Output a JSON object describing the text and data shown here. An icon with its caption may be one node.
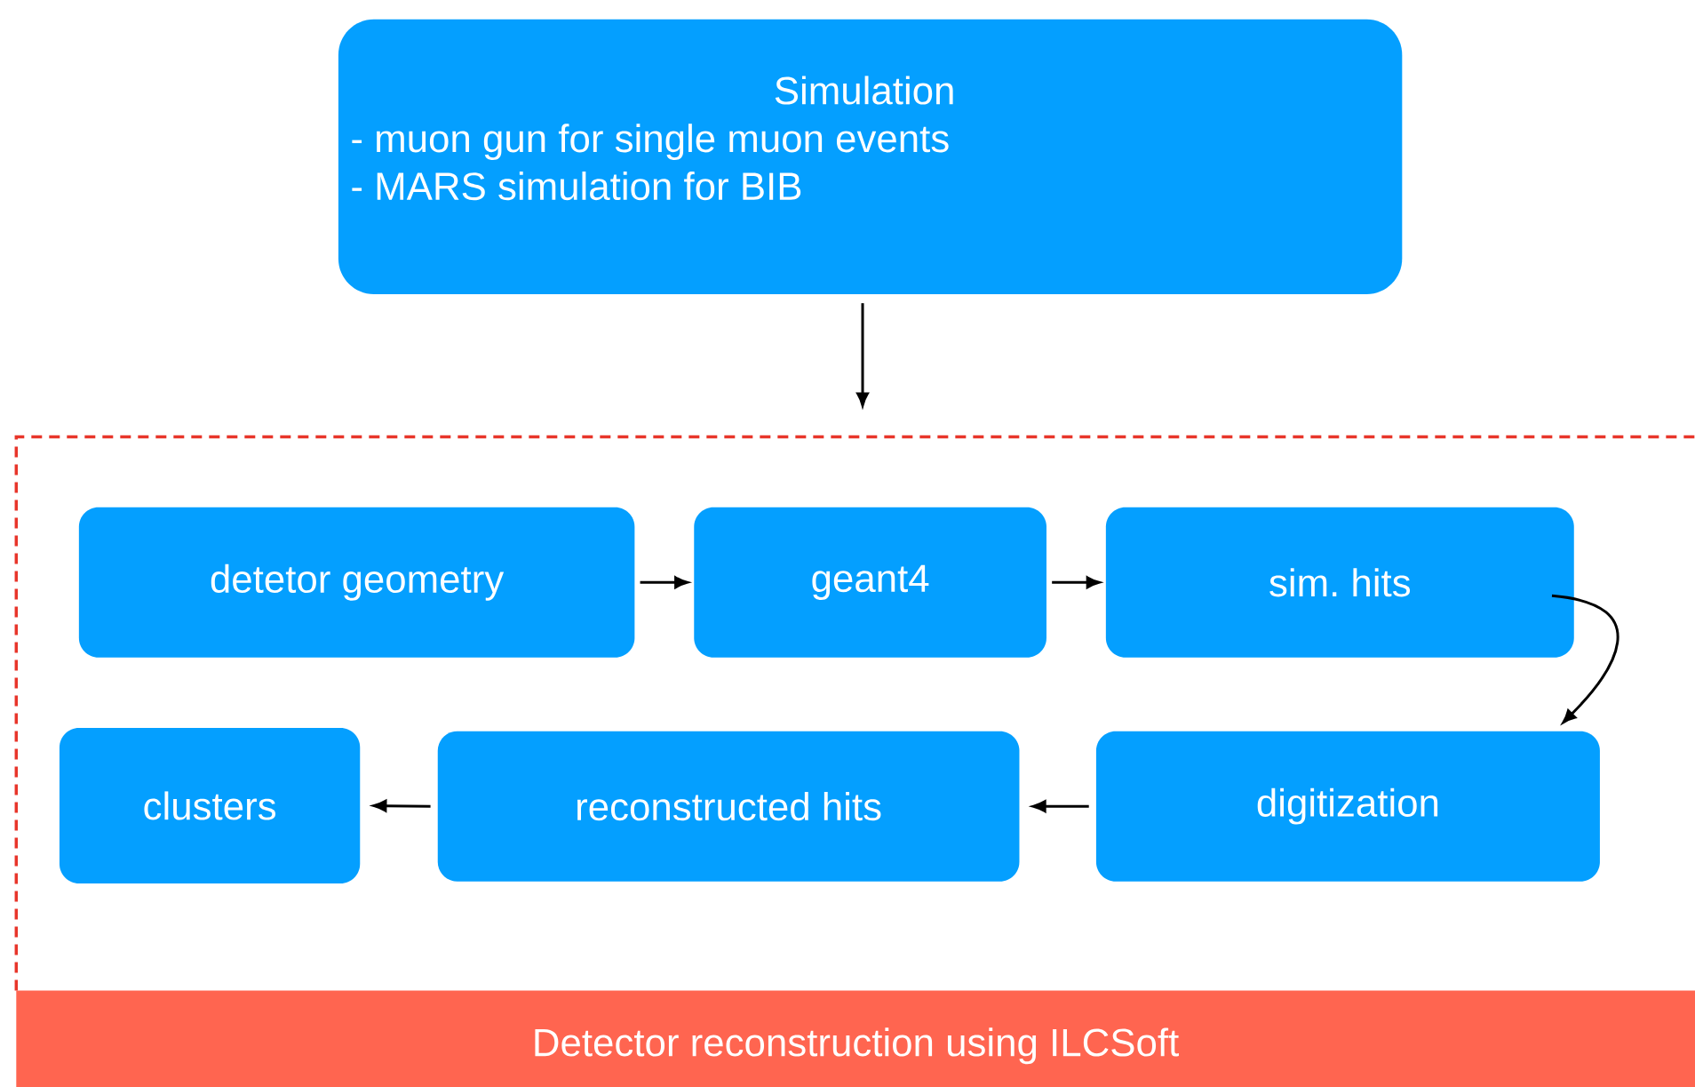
{
  "diagram": {
    "nodes": [
      {
        "text": [
          "Simulation",
          "-  muon gun for single muon events",
          "-  MARS simulation for BIB"
        ]
      },
      {
        "text": [
          "Detector reconstruction using ILCSoft"
        ]
      },
      {
        "text": [
          "detetor geometry"
        ],
        "in": 1
      },
      {
        "text": [
          "geant4"
        ],
        "in": 1
      },
      {
        "text": [
          "sim. hits"
        ],
        "in": 1
      },
      {
        "text": [
          "digitization"
        ],
        "in": 1
      },
      {
        "text": [
          "reconstructed hits"
        ],
        "in": 1
      },
      {
        "text": [
          "clusters"
        ],
        "in": 1
      }
    ],
    "edges": [
      {
        "from": 0,
        "to": 1,
        "arrow": "to"
      },
      {
        "from": 2,
        "to": 3,
        "arrow": "to"
      },
      {
        "from": 3,
        "to": 4,
        "arrow": "to"
      },
      {
        "from": 4,
        "to": 5,
        "arrow": "to"
      },
      {
        "from": 5,
        "to": 6,
        "arrow": "to"
      },
      {
        "from": 6,
        "to": 7,
        "arrow": "to"
      }
    ]
  }
}
